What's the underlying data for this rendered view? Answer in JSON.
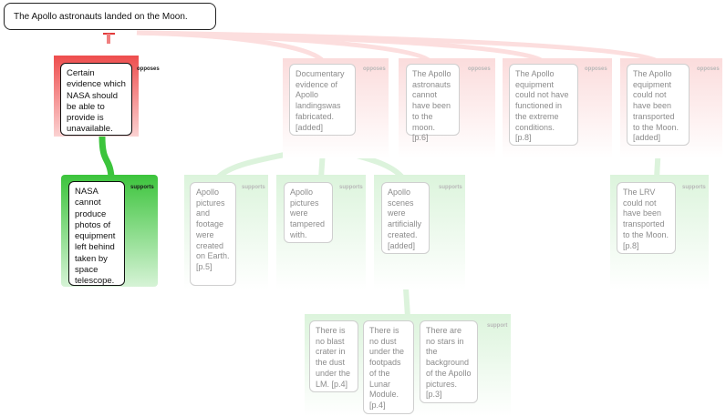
{
  "root": {
    "claim": "The Apollo astronauts landed on the Moon."
  },
  "reasons": [
    {
      "id": "r1",
      "text": "Certain evidence which NASA should be able to provide is unavailable.",
      "relation": "opposes"
    },
    {
      "id": "r2",
      "text": "Documentary evidence of Apollo landingswas fabricated. [added]",
      "relation": "opposes"
    },
    {
      "id": "r3",
      "text": "The Apollo astronauts cannot have been to the moon. [p.6]",
      "relation": "opposes"
    },
    {
      "id": "r4",
      "text": "The Apollo equipment could not have functioned in the extreme conditions. [p.8]",
      "relation": "opposes"
    },
    {
      "id": "r5",
      "text": "The Apollo equipment could not have been transported to the Moon. [added]",
      "relation": "opposes"
    }
  ],
  "sub_reasons": [
    {
      "id": "s1",
      "text": "NASA cannot produce photos of equipment left behind taken by space telescope.",
      "relation": "supports"
    },
    {
      "id": "s2",
      "text": "Apollo pictures and footage were created on Earth. [p.5]",
      "relation": "supports"
    },
    {
      "id": "s3",
      "text": "Apollo pictures were tampered with.",
      "relation": "supports"
    },
    {
      "id": "s4",
      "text": "Apollo scenes were artificially created. [added]",
      "relation": "supports"
    },
    {
      "id": "s5",
      "text": "The LRV could not have been transported to the Moon. [p.8]",
      "relation": "supports"
    }
  ],
  "evidence": {
    "relation": "support",
    "items": [
      {
        "id": "e1",
        "text": "There is no blast crater in the dust under the LM. [p.4]"
      },
      {
        "id": "e2",
        "text": "There is no dust under the footpads of the Lunar Module. [p.4]"
      },
      {
        "id": "e3",
        "text": "There are no stars in the background of the Apollo pictures. [p.3]"
      }
    ]
  },
  "colors": {
    "opposes": "#f05050",
    "supports": "#3cc43c",
    "link": "#111111"
  }
}
